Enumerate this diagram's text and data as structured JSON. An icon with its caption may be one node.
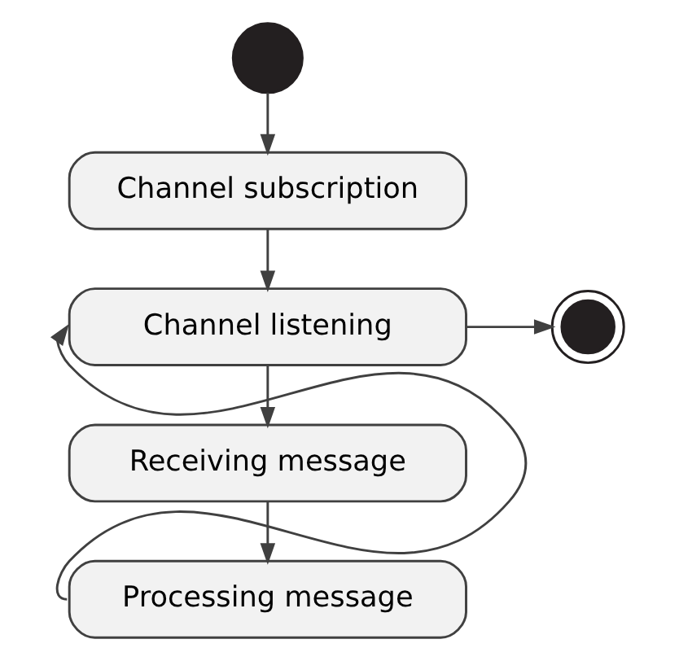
{
  "diagram": {
    "nodes": [
      {
        "text": [],
        "shape": "circle"
      },
      {
        "text": [
          "Channel subscription"
        ]
      },
      {
        "text": [
          "Channel listening"
        ]
      },
      {
        "text": [],
        "shape": "circle"
      },
      {
        "text": [
          "Receiving message"
        ]
      },
      {
        "text": [
          "Processing message"
        ]
      }
    ],
    "edges": [
      {
        "from": 0,
        "to": 1,
        "arrow": "to"
      },
      {
        "from": 1,
        "to": 2,
        "arrow": "to"
      },
      {
        "from": 2,
        "to": 3,
        "arrow": "to"
      },
      {
        "from": 2,
        "to": 4,
        "arrow": "to"
      },
      {
        "from": 4,
        "to": 5,
        "arrow": "to"
      },
      {
        "from": 5,
        "to": 2,
        "arrow": "to"
      }
    ]
  }
}
